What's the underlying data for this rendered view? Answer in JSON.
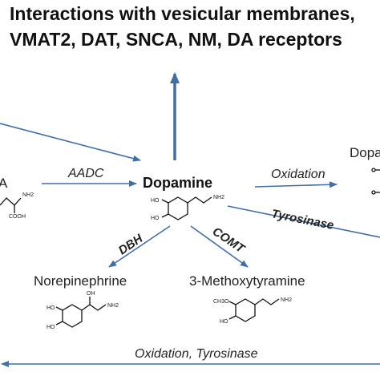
{
  "title": {
    "line1": "Interactions with vesicular membranes,",
    "line2": "VMAT2, DAT, SNCA, NM, DA receptors"
  },
  "nodes": {
    "left_partial": "A",
    "dopamine": "Dopamine",
    "right_partial": "Dopa",
    "norepinephrine": "Norepinephrine",
    "methoxytyramine": "3-Methoxytyramine"
  },
  "enzymes": {
    "aadc": "AADC",
    "oxidation": "Oxidation",
    "tyrosinase": "Tyrosinase",
    "dbh": "DBH",
    "comt": "COMT",
    "bottom": "Oxidation, Tyrosinase"
  },
  "chem_labels": {
    "ldopa_nh2": "NH2",
    "ldopa_cooh": "COOH",
    "da_ho1": "HO",
    "da_ho2": "HO",
    "da_nh2": "NH2",
    "ne_oh": "OH",
    "ne_ho1": "HO",
    "ne_ho2": "HO",
    "ne_nh2": "NH2",
    "mt_ch3o": "CH3O",
    "mt_ho": "HO",
    "mt_nh2": "NH2"
  },
  "colors": {
    "arrow": "#3f6ea8",
    "text": "#111111"
  }
}
